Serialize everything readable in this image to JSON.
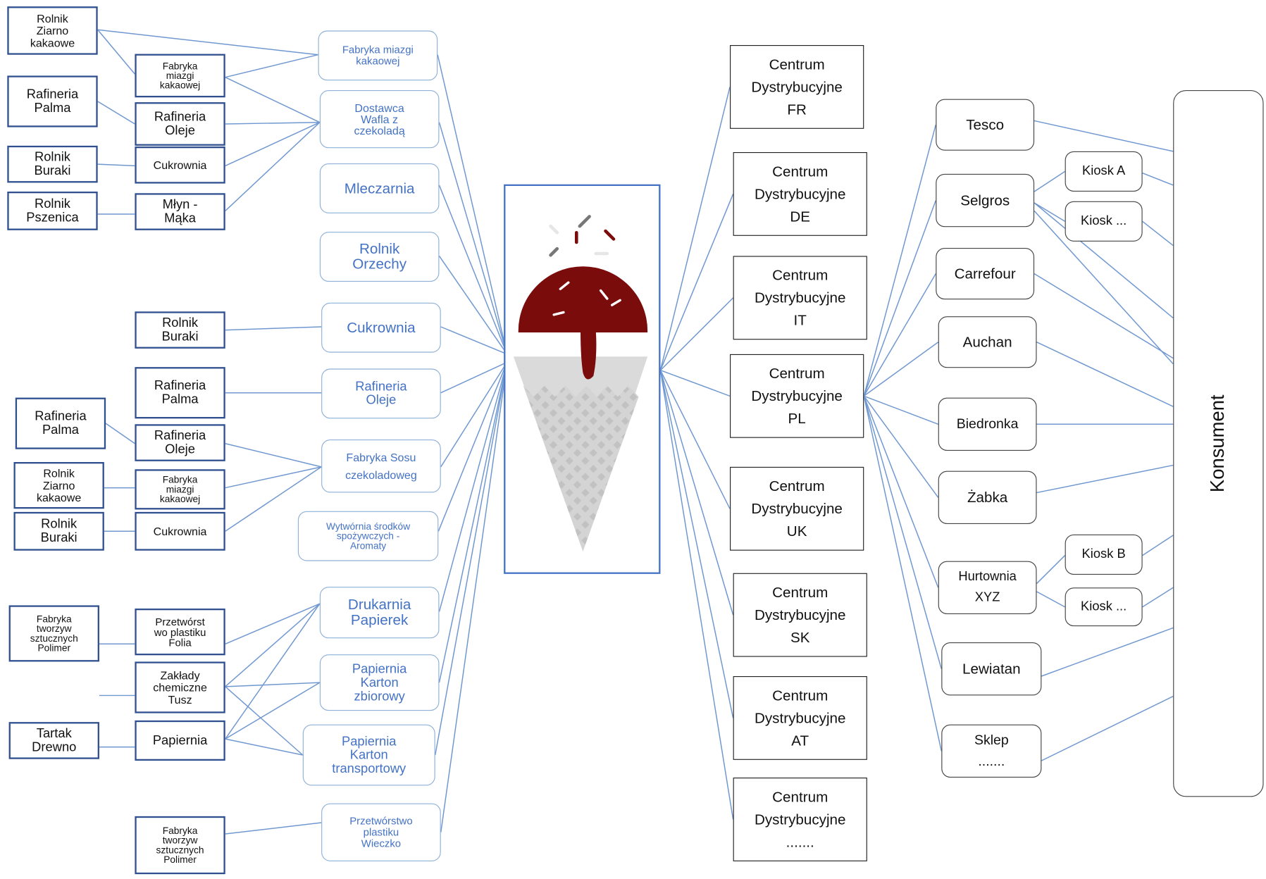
{
  "colors": {
    "link_line": "#7098d0",
    "supplier_border": "#2f4f8f",
    "processor_text": "#4472c4",
    "cone_frame": "#4472c4",
    "ice_cream": "#7a0c0c",
    "cone": "#d9d9d9",
    "cone_pattern": "#bcbcbc"
  },
  "icons": {
    "center": "ice-cream-cone-icon"
  },
  "suppliers": [
    {
      "id": "s1",
      "label": "Rolnik\nZiarno\nkakaowe"
    },
    {
      "id": "s2",
      "label": "Fabryka\nmiazgi\nkakaowej"
    },
    {
      "id": "s3",
      "label": "Rafineria\nPalma"
    },
    {
      "id": "s4",
      "label": "Rafineria\nOleje"
    },
    {
      "id": "s5",
      "label": "Rolnik\nBuraki"
    },
    {
      "id": "s6",
      "label": "Cukrownia"
    },
    {
      "id": "s7",
      "label": "Rolnik\nPszenica"
    },
    {
      "id": "s8",
      "label": "Młyn -\nMąka"
    },
    {
      "id": "s9",
      "label": "Rolnik\nBuraki"
    },
    {
      "id": "s10",
      "label": "Rafineria\nPalma"
    },
    {
      "id": "s11",
      "label": "Rafineria\nPalma"
    },
    {
      "id": "s12",
      "label": "Rafineria\nOleje"
    },
    {
      "id": "s13",
      "label": "Rolnik\nZiarno\nkakaowe"
    },
    {
      "id": "s14",
      "label": "Fabryka\nmiazgi\nkakaowej"
    },
    {
      "id": "s15",
      "label": "Rolnik\nBuraki"
    },
    {
      "id": "s16",
      "label": "Cukrownia"
    },
    {
      "id": "s17",
      "label": "Fabryka\ntworzyw\nsztucznych\nPolimer"
    },
    {
      "id": "s18",
      "label": "Przetwórst\nwo plastiku\nFolia"
    },
    {
      "id": "s19",
      "label": "Zakłady\nchemiczne\nTusz"
    },
    {
      "id": "s20",
      "label": "Tartak\nDrewno"
    },
    {
      "id": "s21",
      "label": "Papiernia"
    },
    {
      "id": "s22",
      "label": "Fabryka\ntworzyw\nsztucznych\nPolimer"
    }
  ],
  "processors": [
    {
      "id": "p1",
      "label": "Fabryka miazgi\nkakaowej"
    },
    {
      "id": "p2",
      "label": "Dostawca\nWafla z\nczekoladą"
    },
    {
      "id": "p3",
      "label": "Mleczarnia"
    },
    {
      "id": "p4",
      "label": "Rolnik\nOrzechy"
    },
    {
      "id": "p5",
      "label": "Cukrownia"
    },
    {
      "id": "p6",
      "label": "Rafineria\nOleje"
    },
    {
      "id": "p7",
      "label": "Fabryka Sosu\nczekoladoweg"
    },
    {
      "id": "p8",
      "label": "Wytwórnia środków\nspożywczych -\nAromaty"
    },
    {
      "id": "p9",
      "label": "Drukarnia\nPapierek"
    },
    {
      "id": "p10",
      "label": "Papiernia\nKarton\nzbiorowy"
    },
    {
      "id": "p11",
      "label": "Papiernia\nKarton\ntransportowy"
    },
    {
      "id": "p12",
      "label": "Przetwórstwo\nplastiku\nWieczko"
    }
  ],
  "distribution_centers": [
    {
      "id": "d1",
      "label": "Centrum\nDystrybucyjne\nFR"
    },
    {
      "id": "d2",
      "label": "Centrum\nDystrybucyjne\nDE"
    },
    {
      "id": "d3",
      "label": "Centrum\nDystrybucyjne\nIT"
    },
    {
      "id": "d4",
      "label": "Centrum\nDystrybucyjne\nPL"
    },
    {
      "id": "d5",
      "label": "Centrum\nDystrybucyjne\nUK"
    },
    {
      "id": "d6",
      "label": "Centrum\nDystrybucyjne\nSK"
    },
    {
      "id": "d7",
      "label": "Centrum\nDystrybucyjne\nAT"
    },
    {
      "id": "d8",
      "label": "Centrum\nDystrybucyjne\n......."
    }
  ],
  "retailers": [
    {
      "id": "r1",
      "label": "Tesco"
    },
    {
      "id": "r2",
      "label": "Selgros"
    },
    {
      "id": "r3",
      "label": "Carrefour"
    },
    {
      "id": "r4",
      "label": "Auchan"
    },
    {
      "id": "r5",
      "label": "Biedronka"
    },
    {
      "id": "r6",
      "label": "Żabka"
    },
    {
      "id": "r7",
      "label": "Hurtownia\nXYZ"
    },
    {
      "id": "r8",
      "label": "Lewiatan"
    },
    {
      "id": "r9",
      "label": "Sklep\n......."
    }
  ],
  "kiosks": [
    {
      "id": "k1",
      "label": "Kiosk A"
    },
    {
      "id": "k2",
      "label": "Kiosk ..."
    },
    {
      "id": "k3",
      "label": "Kiosk B"
    },
    {
      "id": "k4",
      "label": "Kiosk ..."
    }
  ],
  "consumer": {
    "label": "Konsument"
  }
}
